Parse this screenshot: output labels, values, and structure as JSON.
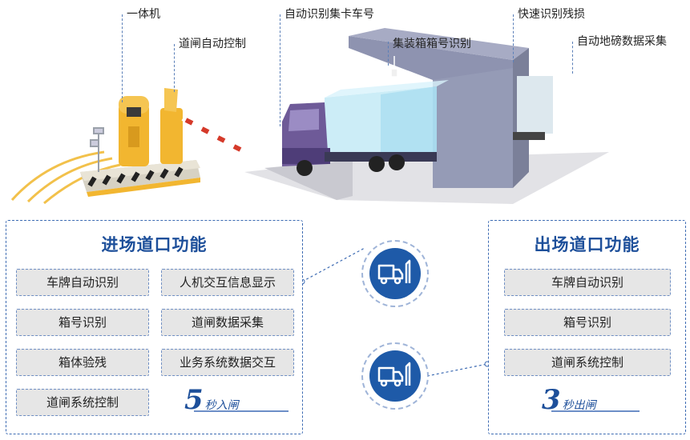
{
  "callouts": {
    "all_in_one": "一体机",
    "barrier_control": "道闸自动控制",
    "truck_plate": "自动识别集卡车号",
    "container_id": "集装箱箱号识别",
    "damage": "快速识别残损",
    "weighbridge": "自动地磅数据采集"
  },
  "entry": {
    "title": "进场道口功能",
    "features": [
      "车牌自动识别",
      "人机交互信息显示",
      "箱号识别",
      "道闸数据采集",
      "箱体验残",
      "业务系统数据交互",
      "道闸系统控制"
    ],
    "speed_num": "5",
    "speed_text": "秒入闸"
  },
  "exit": {
    "title": "出场道口功能",
    "features": [
      "车牌自动识别",
      "箱号识别",
      "道闸系统控制"
    ],
    "speed_num": "3",
    "speed_text": "秒出闸"
  },
  "icons": {
    "entry_circle": "truck-gate-icon",
    "exit_circle": "truck-gate-icon"
  },
  "colors": {
    "accent": "#1d4f9a",
    "circle": "#1e5aa8",
    "feature_bg": "#e6e6e6",
    "gantry": "#8e93b0",
    "barrier_yellow": "#f2b630"
  }
}
